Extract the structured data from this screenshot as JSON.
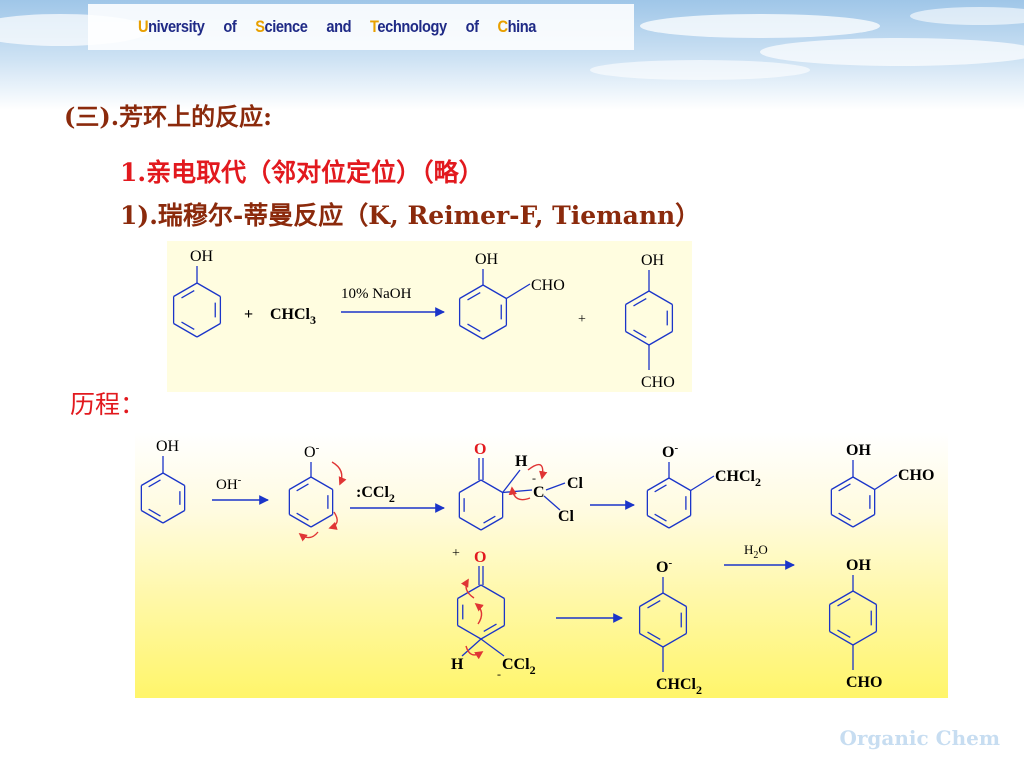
{
  "header": {
    "university_parts": [
      {
        "initial": "U",
        "rest": "niversity"
      },
      {
        "initial": "",
        "rest": "of"
      },
      {
        "initial": "S",
        "rest": "cience"
      },
      {
        "initial": "",
        "rest": "and"
      },
      {
        "initial": "T",
        "rest": "echnology"
      },
      {
        "initial": "",
        "rest": "of"
      },
      {
        "initial": "C",
        "rest": "hina"
      }
    ]
  },
  "content": {
    "section_title": "(三).芳环上的反应:",
    "subtitle1": "1.亲电取代（邻对位定位）（略）",
    "subtitle2": "1).瑞穆尔-蒂曼反应（K, Reimer-F, Tiemann）",
    "mechanism_label": "历程："
  },
  "reaction": {
    "oh_label": "OH",
    "plus": "+",
    "reagent": "CHCl",
    "reagent_sub": "3",
    "conditions": "10% NaOH",
    "ortho_oh": "OH",
    "ortho_cho": "CHO",
    "para_oh": "OH",
    "para_cho": "CHO"
  },
  "mechanism": {
    "phenol_oh": "OH",
    "base": "OH",
    "base_sup": "-",
    "phenoxide_o": "O",
    "phenoxide_sup": "-",
    "carbene_prefix": ":CCl",
    "carbene_sub": "2",
    "dienone_o": "O",
    "h_label": "H",
    "carbanion_c": "C",
    "minus": "-",
    "cl_label": "Cl",
    "phenoxide2_o": "O",
    "phenoxide2_sup": "-",
    "chcl_prefix": "CHCl",
    "chcl_sub": "2",
    "product_oh": "OH",
    "product_cho": "CHO",
    "plus_charge": "+",
    "para_dienone_o": "O",
    "para_h": "H",
    "ccl_prefix": "CCl",
    "ccl_sub": "2",
    "para_phenoxide_o": "O",
    "para_phenoxide_sup": "-",
    "para_chcl_prefix": "CHCl",
    "para_chcl_sub": "2",
    "water_prefix": "H",
    "water_sub": "2",
    "water_suffix": "O",
    "para_product_oh": "OH",
    "para_product_cho": "CHO"
  },
  "footer": {
    "text": "Organic Chem"
  },
  "colors": {
    "accent_red": "#e2191e",
    "title_brown": "#8b2a0c",
    "header_navy": "#1f2a86",
    "header_initial": "#e8a000",
    "bond_blue": "#1b35c9",
    "curved_arrow": "#e03535"
  }
}
